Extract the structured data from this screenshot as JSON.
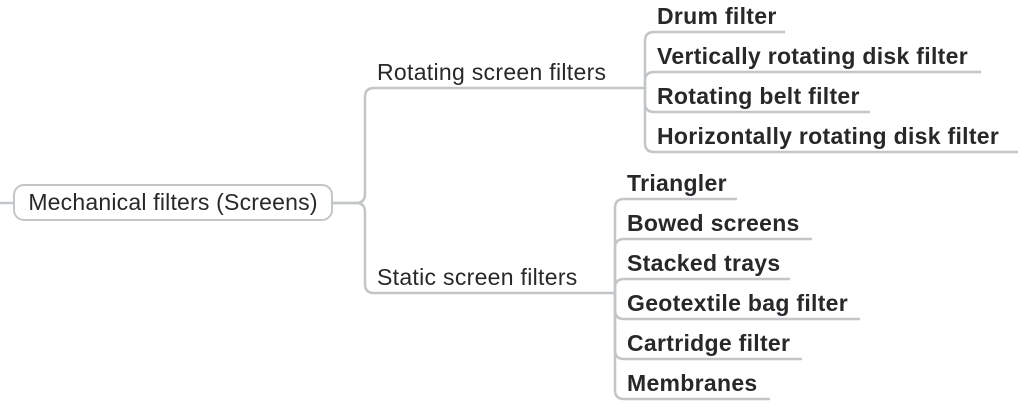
{
  "colors": {
    "line": "#c3c6c8",
    "text": "#28282b",
    "background": "#ffffff"
  },
  "diagram": {
    "root": {
      "label": "Mechanical filters (Screens)"
    },
    "branches": [
      {
        "label": "Rotating screen filters",
        "children": [
          {
            "label": "Drum filter"
          },
          {
            "label": "Vertically rotating disk filter"
          },
          {
            "label": "Rotating belt filter"
          },
          {
            "label": "Horizontally rotating disk filter"
          }
        ]
      },
      {
        "label": "Static screen filters",
        "children": [
          {
            "label": "Triangler"
          },
          {
            "label": "Bowed screens"
          },
          {
            "label": "Stacked trays"
          },
          {
            "label": "Geotextile bag filter"
          },
          {
            "label": "Cartridge filter"
          },
          {
            "label": "Membranes"
          }
        ]
      }
    ]
  }
}
